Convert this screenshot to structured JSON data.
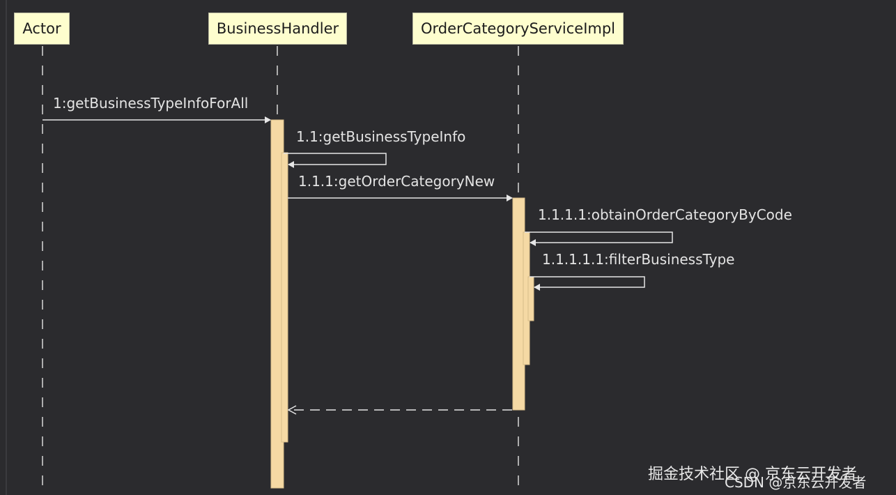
{
  "participants": [
    {
      "id": "actor",
      "label": "Actor"
    },
    {
      "id": "business-handler",
      "label": "BusinessHandler"
    },
    {
      "id": "order-category-service-impl",
      "label": "OrderCategoryServiceImpl"
    }
  ],
  "messages": [
    {
      "id": "m1",
      "label": "1:getBusinessTypeInfoForAll"
    },
    {
      "id": "m2",
      "label": "1.1:getBusinessTypeInfo"
    },
    {
      "id": "m3",
      "label": "1.1.1:getOrderCategoryNew"
    },
    {
      "id": "m4",
      "label": "1.1.1.1:obtainOrderCategoryByCode"
    },
    {
      "id": "m5",
      "label": "1.1.1.1.1:filterBusinessType"
    }
  ],
  "watermark": {
    "primary": "掘金技术社区 @ 京东云开发者",
    "secondary": "CSDN @京东云开发者"
  },
  "colors": {
    "background": "#2b2b2e",
    "participant_fill": "#fefece",
    "activation_fill": "#f5d9a4",
    "line": "#e6e6e6"
  }
}
